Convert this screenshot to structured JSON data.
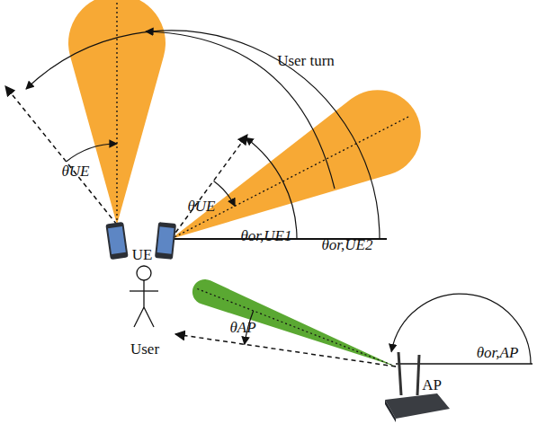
{
  "diagram": {
    "labels": [
      "User turn",
      "θUE",
      "θUE",
      "θor,UE1",
      "θor,UE2",
      "UE",
      "User",
      "θAP",
      "AP",
      "θor,AP"
    ]
  }
}
